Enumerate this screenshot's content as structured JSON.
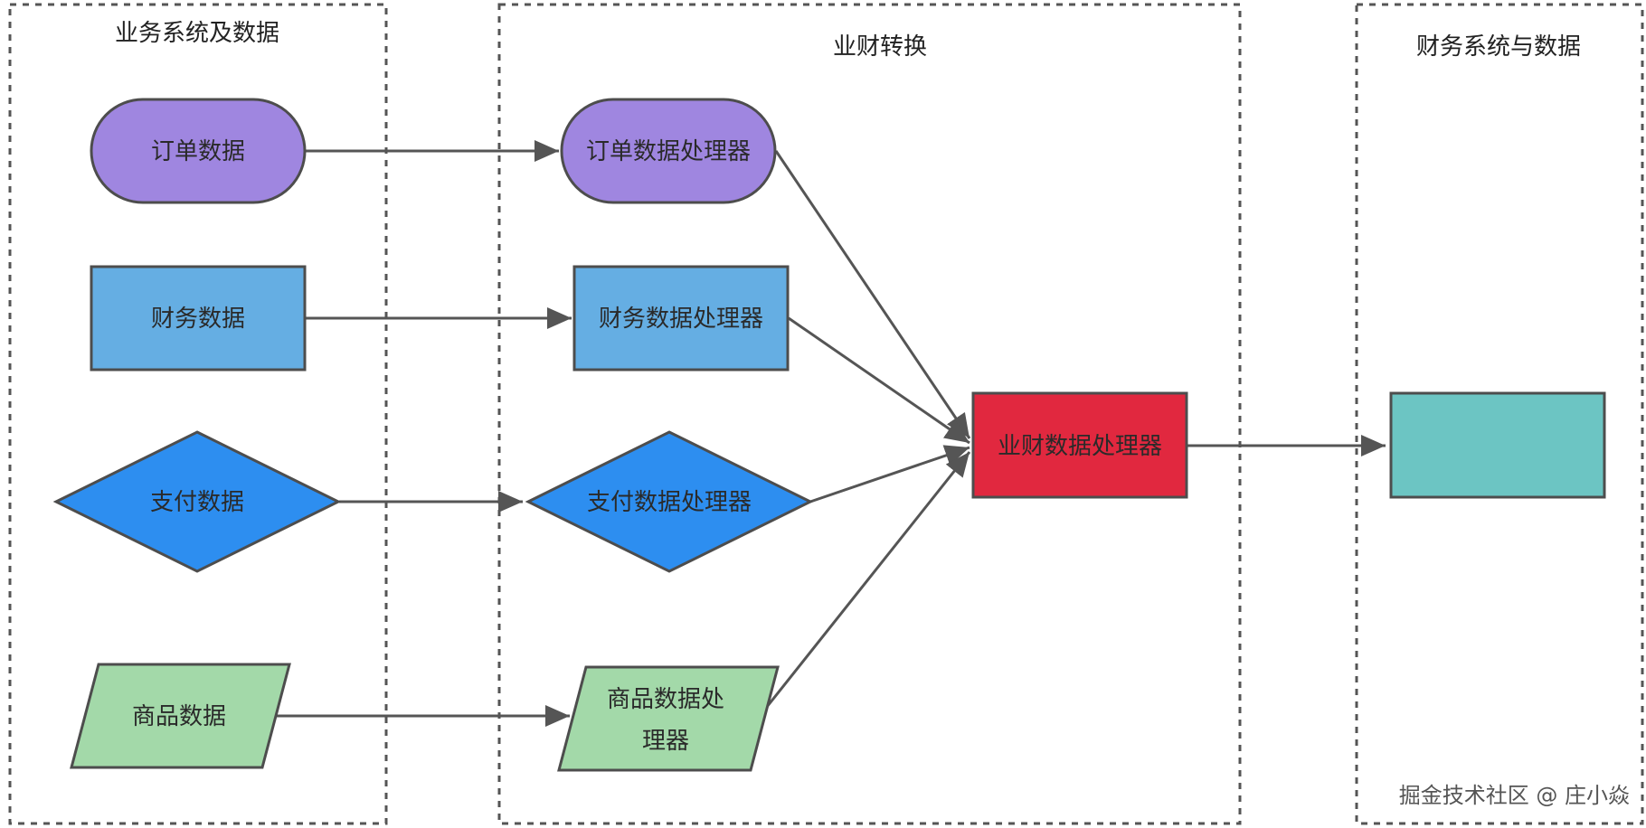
{
  "lanes": {
    "business": {
      "title": "业务系统及数据"
    },
    "conversion": {
      "title": "业财转换"
    },
    "finance": {
      "title": "财务系统与数据"
    }
  },
  "nodes": {
    "order_data": {
      "label": "订单数据",
      "shape": "rounded",
      "color": "#9f86e0"
    },
    "finance_data": {
      "label": "财务数据",
      "shape": "rectangle",
      "color": "#65aee3"
    },
    "payment_data": {
      "label": "支付数据",
      "shape": "diamond",
      "color": "#2d8ef0"
    },
    "product_data": {
      "label": "商品数据",
      "shape": "parallelogram",
      "color": "#a3d9a9"
    },
    "order_processor": {
      "label": "订单数据处理器",
      "shape": "rounded",
      "color": "#9f86e0"
    },
    "finance_processor": {
      "label": "财务数据处理器",
      "shape": "rectangle",
      "color": "#65aee3"
    },
    "payment_processor": {
      "label": "支付数据处理器",
      "shape": "diamond",
      "color": "#2d8ef0"
    },
    "product_processor": {
      "label_line1": "商品数据处",
      "label_line2": "理器",
      "shape": "parallelogram",
      "color": "#a3d9a9"
    },
    "biz_fin_processor": {
      "label": "业财数据处理器",
      "shape": "rectangle",
      "color": "#e1283f"
    },
    "finance_target": {
      "label": "",
      "shape": "rectangle",
      "color": "#6cc5c3"
    }
  },
  "edge_color": "#555555",
  "watermark": "掘金技术社区 @ 庄小焱"
}
